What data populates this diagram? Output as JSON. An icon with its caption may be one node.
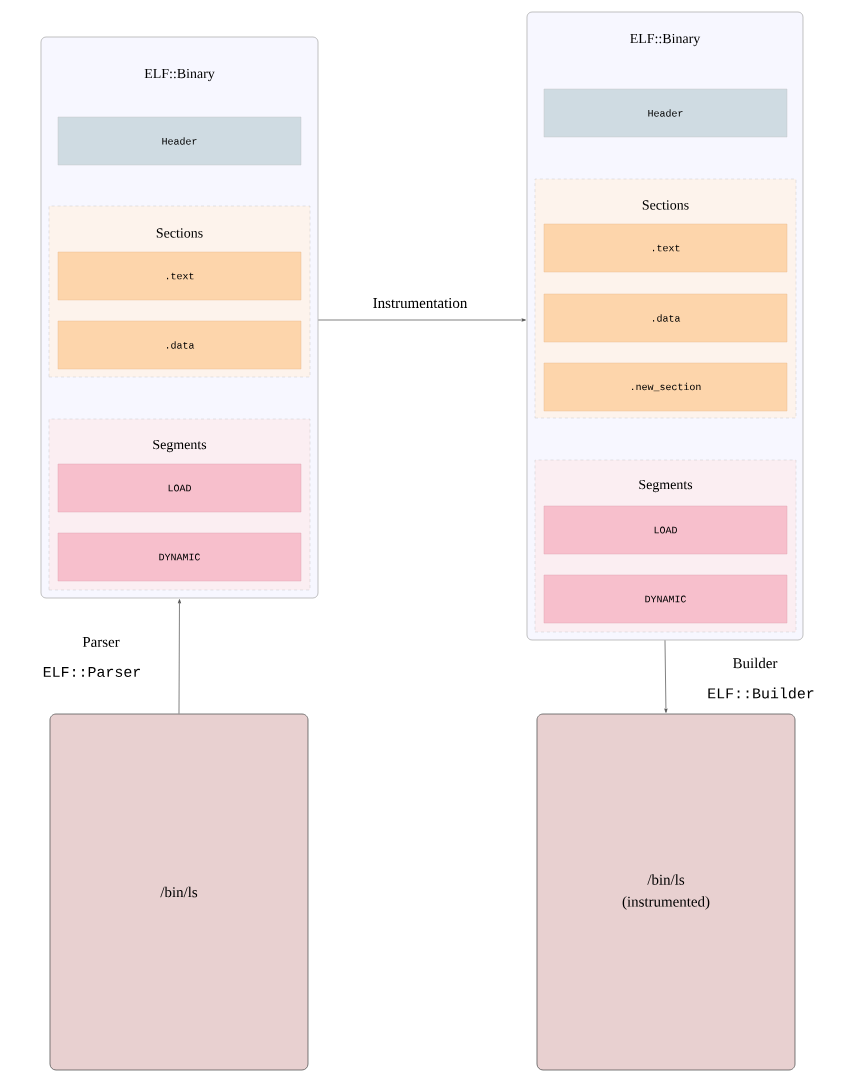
{
  "diagram": {
    "nodes": [
      {
        "text": [
          "ELF::Binary"
        ]
      },
      {
        "text": [
          "Header"
        ],
        "in": 0
      },
      {
        "text": [
          "Sections"
        ],
        "in": 0
      },
      {
        "text": [
          ".text"
        ],
        "in": 2
      },
      {
        "text": [
          ".data"
        ],
        "in": 2
      },
      {
        "text": [
          "Segments"
        ],
        "in": 0
      },
      {
        "text": [
          "LOAD"
        ],
        "in": 5
      },
      {
        "text": [
          "DYNAMIC"
        ],
        "in": 5
      },
      {
        "text": [
          "ELF::Binary"
        ]
      },
      {
        "text": [
          "Header"
        ],
        "in": 8
      },
      {
        "text": [
          "Sections"
        ],
        "in": 8
      },
      {
        "text": [
          ".text"
        ],
        "in": 10
      },
      {
        "text": [
          ".data"
        ],
        "in": 10
      },
      {
        "text": [
          ".new_section"
        ],
        "in": 10
      },
      {
        "text": [
          "Segments"
        ],
        "in": 8
      },
      {
        "text": [
          "LOAD"
        ],
        "in": 14
      },
      {
        "text": [
          "DYNAMIC"
        ],
        "in": 14
      },
      {
        "text": [
          "/bin/ls"
        ]
      },
      {
        "text": [
          "/bin/ls (instrumented)"
        ]
      }
    ],
    "edges": [
      {
        "from": 0,
        "to": 8,
        "arrow": "to",
        "label": "Instrumentation"
      },
      {
        "from": 17,
        "to": 0,
        "arrow": "to",
        "label": "Parser"
      },
      {
        "from": 8,
        "to": 18,
        "arrow": "to",
        "label": "Builder"
      }
    ],
    "labels": [
      "ELF::Parser",
      "ELF::Builder"
    ]
  }
}
